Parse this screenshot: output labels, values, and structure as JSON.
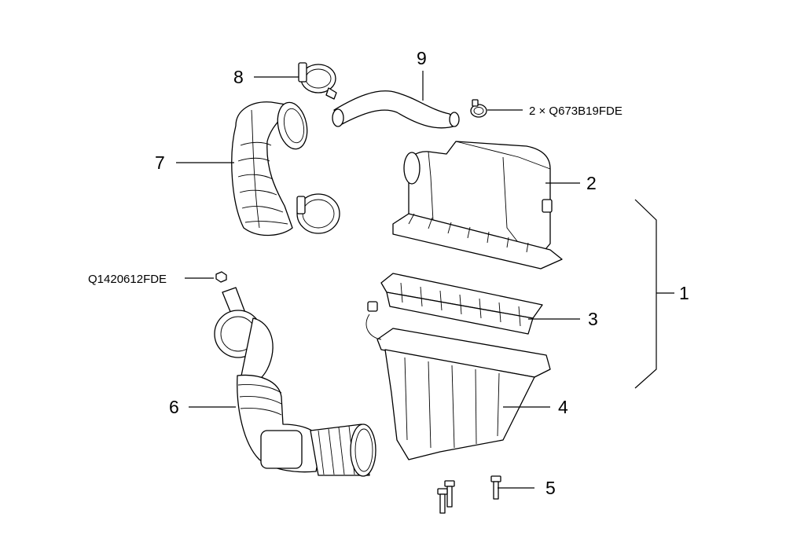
{
  "diagram": {
    "callouts": {
      "c1": "1",
      "c2": "2",
      "c3": "3",
      "c4": "4",
      "c5": "5",
      "c6": "6",
      "c7": "7",
      "c8": "8",
      "c9": "9"
    },
    "codes": {
      "clamp_qty": "2 × Q673B19FDE",
      "nut": "Q1420612FDE"
    }
  }
}
